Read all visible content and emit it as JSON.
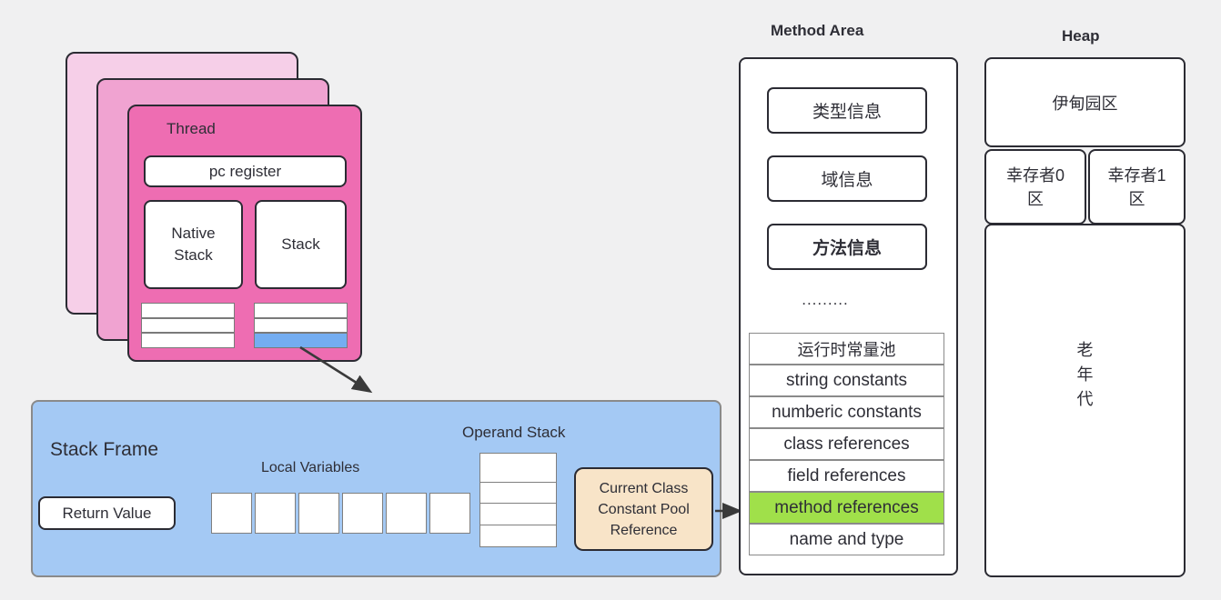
{
  "colors": {
    "background": "#f0f0f1",
    "card_front": "#ee6db2",
    "card_middle": "#f0a3d1",
    "card_back": "#f6cfe8",
    "stack_frame_bg": "#a4c9f4",
    "active_stack_row_blue": "#74adf1",
    "reference_box_bg": "#f8e4c8",
    "highlight_green": "#a0e04a",
    "dark_border": "#2b2b33",
    "gray_border": "#8a8a8a",
    "arrow": "#3a3a3a"
  },
  "thread": {
    "label": "Thread",
    "pc_register_label": "pc register",
    "native_stack_label": "Native Stack",
    "stack_label": "Stack"
  },
  "stack_frame": {
    "title": "Stack Frame",
    "return_value_label": "Return Value",
    "local_variables_label": "Local Variables",
    "local_variable_cell_count": 6,
    "operand_stack_label": "Operand Stack",
    "operand_stack_cell_count": 4,
    "reference_box_label": "Current Class Constant Pool Reference"
  },
  "method_area": {
    "title": "Method Area",
    "info_boxes": [
      "类型信息",
      "域信息",
      "方法信息"
    ],
    "ellipsis": ".........",
    "constant_pool_rows": [
      "运行时常量池",
      "string constants",
      "numberic constants",
      "class references",
      "field references",
      "method references",
      "name and type"
    ],
    "highlighted_row": "method references"
  },
  "heap": {
    "title": "Heap",
    "eden_label": "伊甸园区",
    "survivor0_label": "幸存者0区",
    "survivor1_label": "幸存者1区",
    "old_gen_label": "老年代"
  }
}
